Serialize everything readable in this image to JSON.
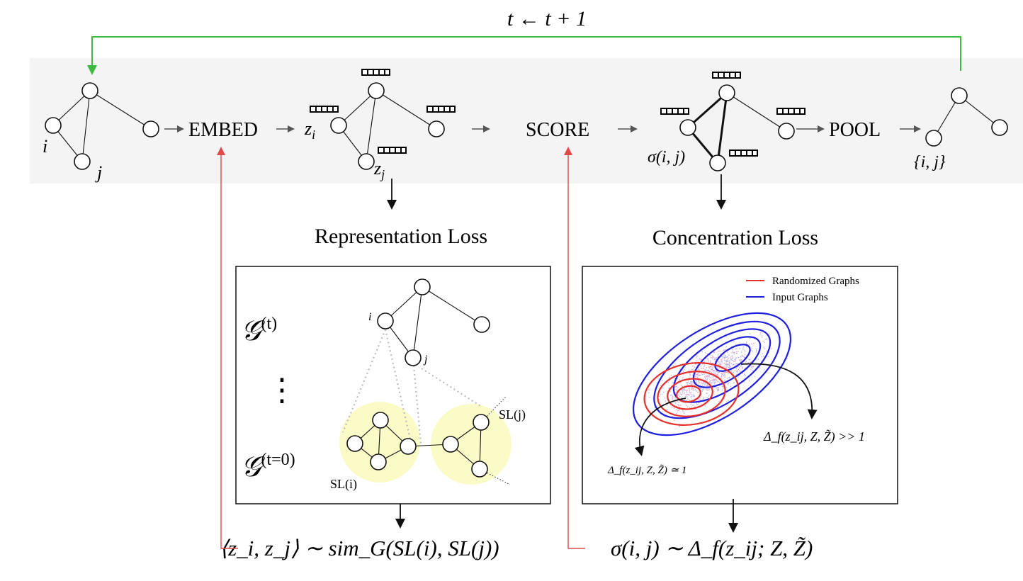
{
  "loop_label": "t ← t + 1",
  "pipeline": {
    "embed": "EMBED",
    "score": "SCORE",
    "pool": "POOL",
    "labels": {
      "i": "i",
      "j": "j",
      "zi_base": "z",
      "zi_sub": "i",
      "zj_base": "z",
      "zj_sub": "j",
      "sigma": "σ(i, j)",
      "pooled": "{i, j}"
    }
  },
  "representation": {
    "title": "Representation Loss",
    "g_t_base": "𝒢",
    "g_t_sup": "(t)",
    "g_0_base": "𝒢",
    "g_0_sup": "(t=0)",
    "ellipsis": "⋮",
    "node_i": "i",
    "node_j": "j",
    "sl_i": "SL(i)",
    "sl_j": "SL(j)",
    "formula": "⟨z_i, z_j⟩ ∼ sim_G(SL(i), SL(j))"
  },
  "concentration": {
    "title": "Concentration Loss",
    "legend": [
      {
        "label": "Randomized Graphs",
        "color": "#e8302a"
      },
      {
        "label": "Input Graphs",
        "color": "#1f1fe0"
      }
    ],
    "annot_high": "Δ_f(z_ij, Z, Z̃) >> 1",
    "annot_low": "Δ_f(z_ij, Z, Z̃) ≃ 1",
    "formula": "σ(i, j) ∼ Δ_f(z_ij; Z, Z̃)"
  },
  "colors": {
    "band": "#f4f4f4",
    "loop_arrow": "#3fb93f",
    "feedback_arrow": "#e04a4a",
    "randomized": "#e8302a",
    "input": "#1f1fe0",
    "highlight": "#fbfbc8"
  }
}
